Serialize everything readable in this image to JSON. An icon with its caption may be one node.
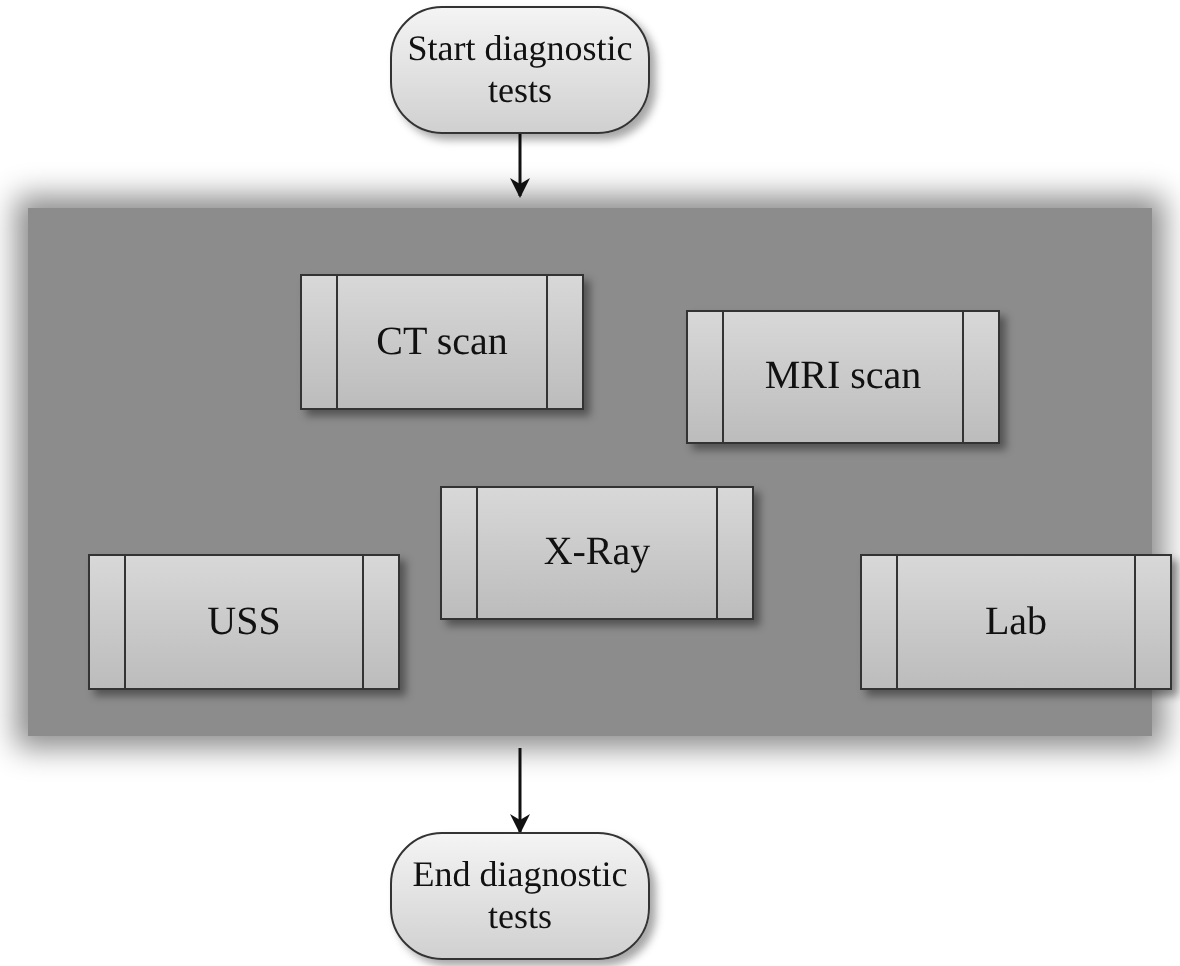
{
  "diagram": {
    "nodes": [
      {
        "text": [
          "Start diagnostic tests"
        ]
      },
      {
        "text": [],
        "shape": "box"
      },
      {
        "text": [
          "CT scan"
        ],
        "in": 1
      },
      {
        "text": [
          "MRI scan"
        ],
        "in": 1
      },
      {
        "text": [
          "X-Ray"
        ],
        "in": 1
      },
      {
        "text": [
          "USS"
        ],
        "in": 1
      },
      {
        "text": [
          "Lab"
        ],
        "in": 1
      },
      {
        "text": [
          "End diagnostic tests"
        ]
      }
    ],
    "edges": [
      {
        "from": 0,
        "to": 1,
        "arrow": "to"
      },
      {
        "from": 1,
        "to": 7,
        "arrow": "to"
      }
    ]
  }
}
